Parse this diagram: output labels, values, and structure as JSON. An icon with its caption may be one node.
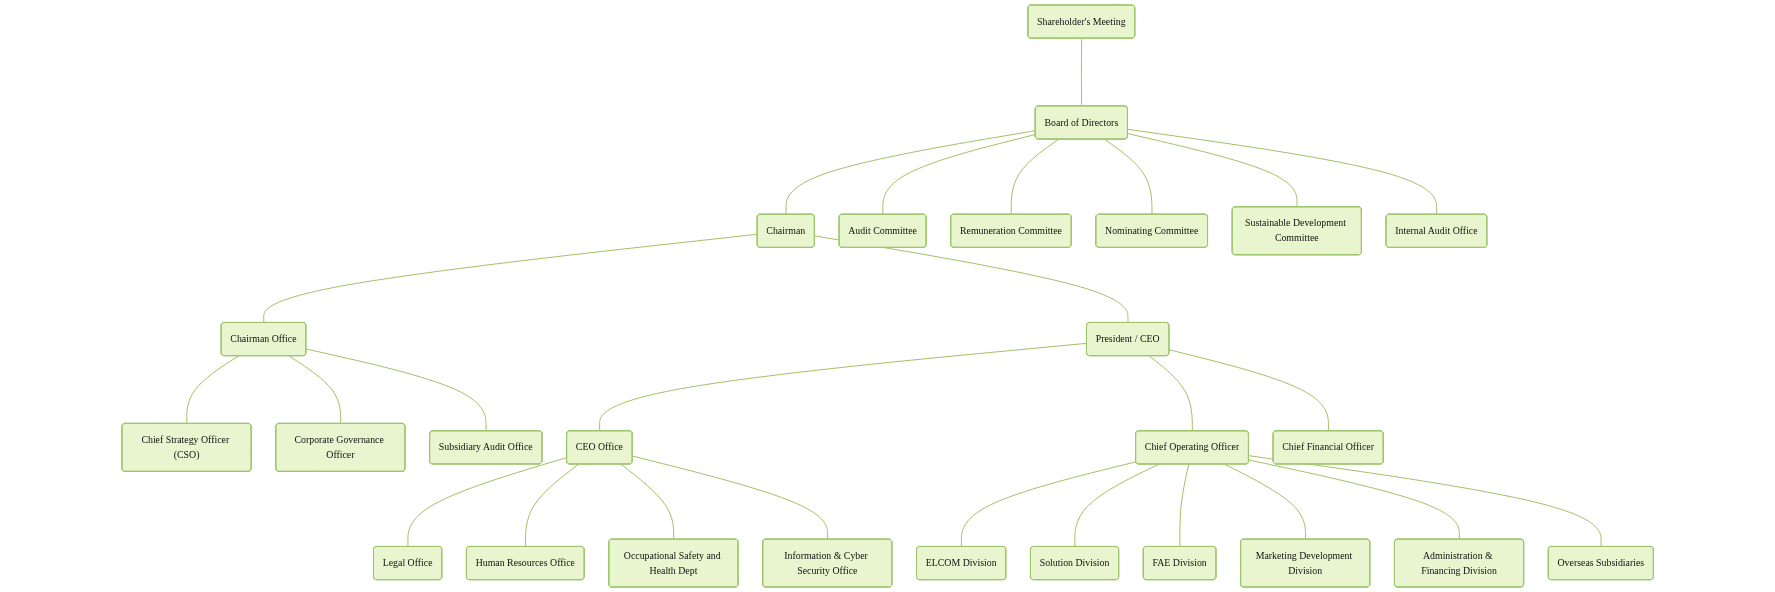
{
  "diagram": {
    "nodes": [
      {
        "text": [
          "Shareholder's Meeting"
        ]
      },
      {
        "text": [
          "Board of Directors"
        ]
      },
      {
        "text": [
          "Audit Committee"
        ]
      },
      {
        "text": [
          "Remuneration Committee"
        ]
      },
      {
        "text": [
          "Nominating Committee"
        ]
      },
      {
        "text": [
          "Sustainable Development Committee"
        ]
      },
      {
        "text": [
          "Internal Audit Office"
        ]
      },
      {
        "text": [
          "Chief Strategy Officer (CSO)"
        ]
      },
      {
        "text": [
          "Corporate Governance Officer"
        ]
      },
      {
        "text": [
          "Subsidiary Audit Office"
        ]
      },
      {
        "text": [
          "Chairman Office"
        ]
      },
      {
        "text": [
          "Chairman"
        ]
      },
      {
        "text": [
          "Legal Office"
        ]
      },
      {
        "text": [
          "Human Resources Office"
        ]
      },
      {
        "text": [
          "Occupational Safety and Health Dept"
        ]
      },
      {
        "text": [
          "Information & Cyber Security Office"
        ]
      },
      {
        "text": [
          "CEO Office"
        ]
      },
      {
        "text": [
          "President / CEO"
        ]
      },
      {
        "text": [
          "Chief Financial Officer"
        ]
      },
      {
        "text": [
          "Chief Operating Officer"
        ]
      },
      {
        "text": [
          "ELCOM Division"
        ]
      },
      {
        "text": [
          "Solution Division"
        ]
      },
      {
        "text": [
          "FAE Division"
        ]
      },
      {
        "text": [
          "Marketing Development Division"
        ]
      },
      {
        "text": [
          "Administration & Financing Division"
        ]
      },
      {
        "text": [
          "Overseas Subsidiaries"
        ]
      }
    ],
    "edges": [
      {
        "from": 0,
        "to": 1,
        "arrow": "none"
      },
      {
        "from": 1,
        "to": 2,
        "arrow": "none"
      },
      {
        "from": 1,
        "to": 3,
        "arrow": "none"
      },
      {
        "from": 1,
        "to": 4,
        "arrow": "none"
      },
      {
        "from": 1,
        "to": 5,
        "arrow": "none"
      },
      {
        "from": 1,
        "to": 6,
        "arrow": "none"
      },
      {
        "from": 1,
        "to": 11,
        "arrow": "none"
      },
      {
        "from": 11,
        "to": 10,
        "arrow": "none"
      },
      {
        "from": 10,
        "to": 7,
        "arrow": "none"
      },
      {
        "from": 10,
        "to": 8,
        "arrow": "none"
      },
      {
        "from": 10,
        "to": 9,
        "arrow": "none"
      },
      {
        "from": 11,
        "to": 17,
        "arrow": "none"
      },
      {
        "from": 17,
        "to": 16,
        "arrow": "none"
      },
      {
        "from": 16,
        "to": 12,
        "arrow": "none"
      },
      {
        "from": 16,
        "to": 13,
        "arrow": "none"
      },
      {
        "from": 16,
        "to": 14,
        "arrow": "none"
      },
      {
        "from": 16,
        "to": 15,
        "arrow": "none"
      },
      {
        "from": 17,
        "to": 18,
        "arrow": "none"
      },
      {
        "from": 17,
        "to": 19,
        "arrow": "none"
      },
      {
        "from": 19,
        "to": 20,
        "arrow": "none"
      },
      {
        "from": 19,
        "to": 21,
        "arrow": "none"
      },
      {
        "from": 19,
        "to": 22,
        "arrow": "none"
      },
      {
        "from": 19,
        "to": 23,
        "arrow": "none"
      },
      {
        "from": 19,
        "to": 24,
        "arrow": "none"
      },
      {
        "from": 19,
        "to": 25,
        "arrow": "none"
      }
    ]
  }
}
